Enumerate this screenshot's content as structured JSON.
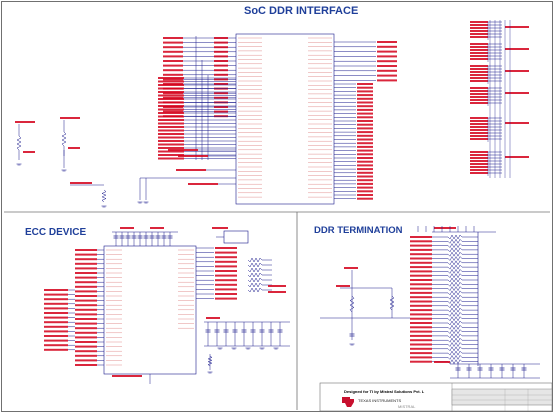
{
  "sections": {
    "soc_ddr": {
      "title": "SoC DDR INTERFACE"
    },
    "ecc": {
      "title": "ECC DEVICE"
    },
    "ddr_termination": {
      "title": "DDR TERMINATION"
    }
  },
  "title_block": {
    "designed_for": "Designed for TI by Mistral Solutions Pvt. L",
    "company": "TEXAS INSTRUMENTS",
    "partner": "MISTRAL"
  },
  "colors": {
    "wire": "#1a1a8c",
    "label": "#d4001a",
    "frame": "#606060",
    "title": "#1f3f9a"
  }
}
